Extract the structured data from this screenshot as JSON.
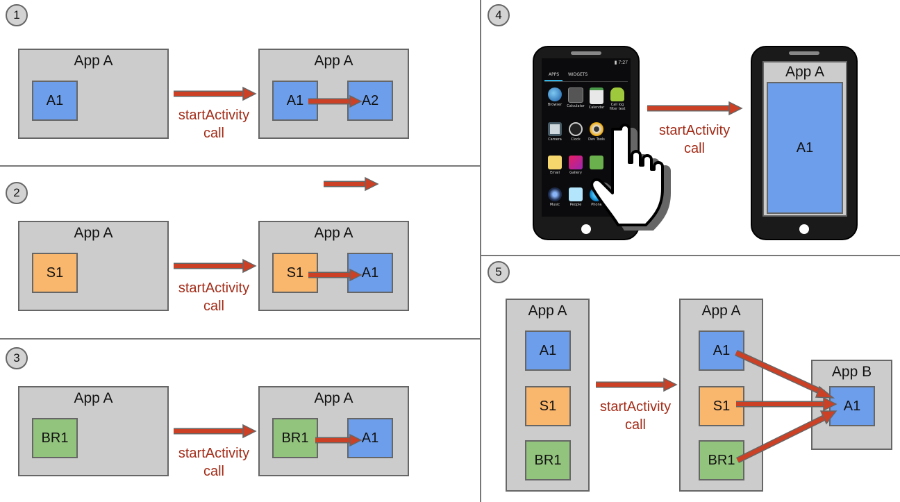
{
  "colors": {
    "arrow": "#cc4125",
    "arrow_outline": "#666666",
    "label": "#a32b17",
    "box": "#cccccc",
    "activity": "#6d9eeb",
    "service": "#f9b66d",
    "receiver": "#93c47d"
  },
  "call_label": {
    "line1": "startActivity",
    "line2": "call"
  },
  "panel1": {
    "number": "1",
    "left_app": {
      "title": "App A",
      "comp": "A1"
    },
    "right_app": {
      "title": "App A",
      "comp1": "A1",
      "comp2": "A2"
    }
  },
  "panel2": {
    "number": "2",
    "left_app": {
      "title": "App A",
      "comp": "S1"
    },
    "right_app": {
      "title": "App A",
      "comp1": "S1",
      "comp2": "A1"
    }
  },
  "panel3": {
    "number": "3",
    "left_app": {
      "title": "App A",
      "comp": "BR1"
    },
    "right_app": {
      "title": "App A",
      "comp1": "BR1",
      "comp2": "A1"
    }
  },
  "panel4": {
    "number": "4",
    "launcher": {
      "status_time": "7:27",
      "tabs": [
        "APPS",
        "WIDGETS"
      ],
      "apps": [
        "Browser",
        "Calculator",
        "Calendar",
        "Call log filter test",
        "Camera",
        "Clock",
        "Dev Tools",
        "Email",
        "Gallery",
        "Music",
        "People",
        "Phone"
      ]
    },
    "right_phone": {
      "title": "App A",
      "comp": "A1"
    }
  },
  "panel5": {
    "number": "5",
    "left_app": {
      "title": "App A",
      "comps": [
        "A1",
        "S1",
        "BR1"
      ]
    },
    "middle_app": {
      "title": "App A",
      "comps": [
        "A1",
        "S1",
        "BR1"
      ]
    },
    "right_app": {
      "title": "App B",
      "comp": "A1"
    }
  }
}
